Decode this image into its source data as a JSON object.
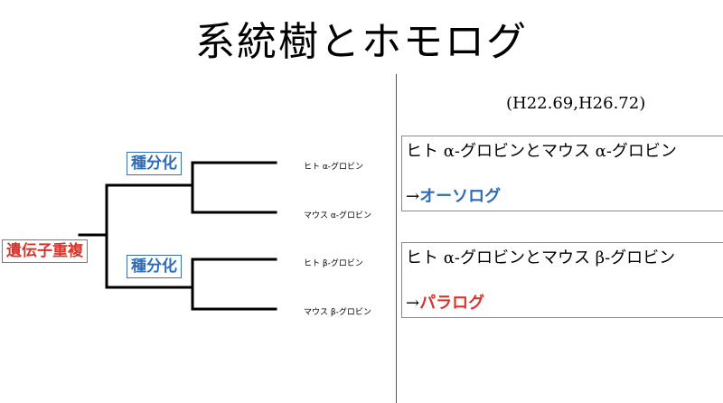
{
  "title": "系統樹とホモログ",
  "reference": "(H22.69,H26.72)",
  "tree": {
    "root_label": "遺伝子重複",
    "speciation_label_1": "種分化",
    "speciation_label_2": "種分化",
    "leaves": [
      "ヒト α-グロビン",
      "マウス α-グロビン",
      "ヒト β-グロビン",
      "マウス β-グロビン"
    ]
  },
  "notes": [
    {
      "text": "ヒト α-グロビンとマウス α-グロビン",
      "arrow": "→",
      "result": "オーソログ"
    },
    {
      "text": "ヒト α-グロビンとマウス β-グロビン",
      "arrow": "→",
      "result": "パラログ"
    }
  ],
  "colors": {
    "orthologue": "#2e6db4",
    "paralogue": "#d9342b"
  }
}
